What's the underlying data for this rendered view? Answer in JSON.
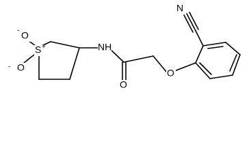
{
  "molecule": {
    "atoms": {
      "nitrile_n": "N",
      "amide_nh": "NH",
      "carbonyl_o": "O",
      "ether_o": "O",
      "sulfone_s": "S",
      "sulfone_o_upper": "O",
      "sulfone_o_lower": "O",
      "minus_upper": "-",
      "minus_lower": "-",
      "plus_s": "+"
    }
  }
}
